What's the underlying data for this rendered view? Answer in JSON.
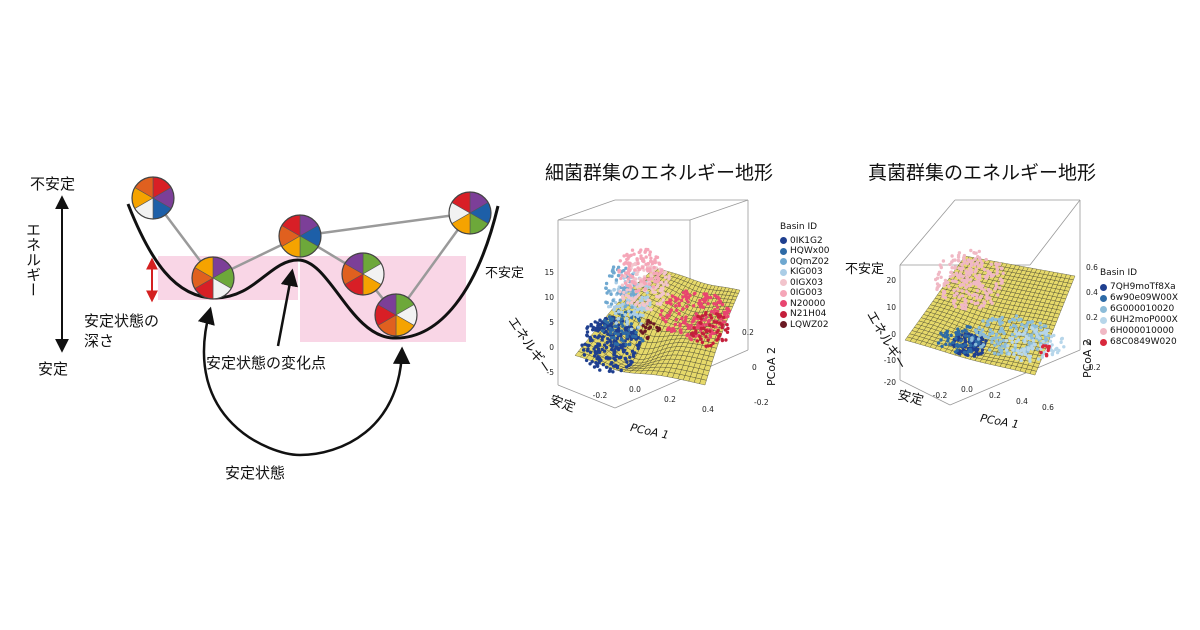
{
  "left": {
    "unstable": "不安定",
    "stable": "安定",
    "energy": "エネルギー",
    "depth": [
      "安定状態の",
      "深さ"
    ],
    "transition": "安定状態の変化点",
    "state": "安定状態"
  },
  "bacteria": {
    "title": "細菌群集のエネルギー地形",
    "unstable": "不安定",
    "stable": "安定",
    "energy": "エネルギー",
    "xlabel": "PCoA 1",
    "ylabel": "PCoA 2",
    "zticks": [
      "15",
      "10",
      "5",
      "0",
      "-5"
    ],
    "xticks": [
      "-0.2",
      "0.0",
      "0.2",
      "0.4"
    ],
    "yticks": [
      "-0.2",
      "0",
      "0.2"
    ],
    "legend_title": "Basin ID",
    "legend": [
      {
        "name": "0IK1G2",
        "color": "#1f3f8f"
      },
      {
        "name": "HQWx00",
        "color": "#2d6aa6"
      },
      {
        "name": "0QmZ02",
        "color": "#6fa8d0"
      },
      {
        "name": "KIG003",
        "color": "#aacde6"
      },
      {
        "name": "0IGX03",
        "color": "#f2c4cc"
      },
      {
        "name": "0IG003",
        "color": "#f5a6b8"
      },
      {
        "name": "N20000",
        "color": "#e8456f"
      },
      {
        "name": "N21H04",
        "color": "#c41f3b"
      },
      {
        "name": "LQWZ02",
        "color": "#6b1a24"
      }
    ]
  },
  "fungi": {
    "title": "真菌群集のエネルギー地形",
    "unstable": "不安定",
    "stable": "安定",
    "energy": "エネルギー",
    "xlabel": "PCoA 1",
    "ylabel": "PCoA 2",
    "zticks": [
      "20",
      "10",
      "0",
      "-10",
      "-20"
    ],
    "xticks": [
      "-0.2",
      "0.0",
      "0.2",
      "0.4",
      "0.6"
    ],
    "yticks": [
      "-0.2",
      "0",
      "0.2",
      "0.4",
      "0.6"
    ],
    "legend_title": "Basin ID",
    "legend": [
      {
        "name": "7QH9moTf8Xa",
        "color": "#1f3f8f"
      },
      {
        "name": "6w90e09W00X",
        "color": "#2d6aa6"
      },
      {
        "name": "6G000010020",
        "color": "#8cbcd9"
      },
      {
        "name": "6UH2moP000X",
        "color": "#b7d6ea"
      },
      {
        "name": "6H000010000",
        "color": "#f0b8c4"
      },
      {
        "name": "68C0849W020",
        "color": "#d8283c"
      }
    ]
  },
  "colors": {
    "pink_band": "#f9d6e6",
    "surface": "#e6d96a",
    "curve": "#111111",
    "arrow_red": "#d42020"
  }
}
